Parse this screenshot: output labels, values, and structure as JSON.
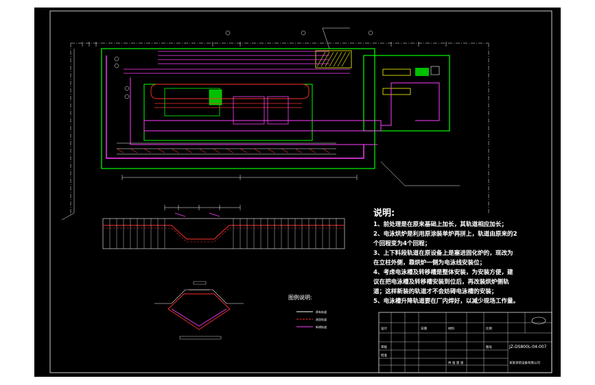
{
  "notes": {
    "title": "说明:",
    "lines": [
      "1、前处理是在原来基础上加长，其轨道相应加长；",
      "2、电泳烘炉是利用原涂装单炉再拼上，轨道由原来的2",
      "个回程变为4个回程；",
      "3、上下料段轨道在原设备上是塞进固化炉的，现改为",
      "在立柱外侧，靠烘炉一侧为电泳线安装位；",
      "4、考虑电泳槽及转移槽是整体安装，为安装方便，建",
      "议在把电泳槽及转移槽安装到位后，再改装烘炉侧轨",
      "道；这样新装的轨道才不会妨碍电泳槽的安装；",
      "5、电泳槽升降轨道要在厂内焊好，以减少现场工作量。"
    ]
  },
  "legend": {
    "title": "图例说明:",
    "items": [
      "原有轨道",
      "改造轨道",
      "新增轨道"
    ],
    "colors": [
      "#ffffff",
      "#ff3030",
      "#ff40ff"
    ]
  },
  "title_block": {
    "drawing_no": "JZ-DS800L-04-007",
    "company": "某某涂装设备有限公司",
    "label_drawing_no": "图号",
    "label_scale": "比例",
    "label_sheet": "共  张  第  张",
    "label_design": "设计",
    "label_check": "审核",
    "label_approve": "批准",
    "label_date": "日期",
    "label_material": "材料"
  },
  "colors": {
    "background": "#000000",
    "frame": "#ffffff",
    "plant_outline": "#00ff00",
    "existing_track": "#ffffff",
    "modified_track": "#ff3030",
    "new_track": "#ff40ff",
    "hatch": "#ffff00"
  }
}
